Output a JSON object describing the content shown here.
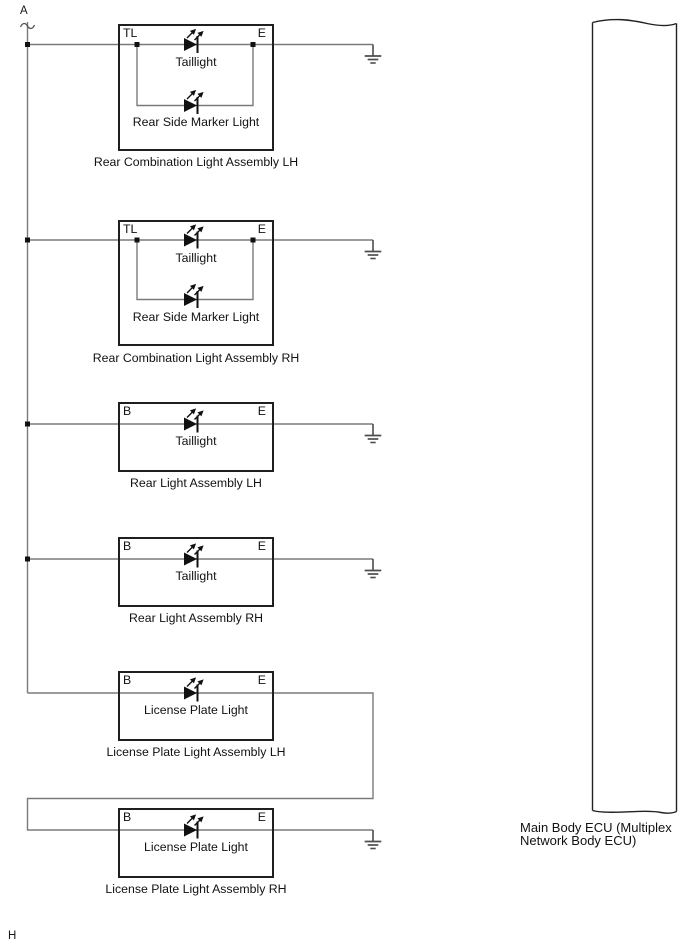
{
  "markers": {
    "top": "A",
    "bottom": "H"
  },
  "assemblies": [
    {
      "label": "Rear Combination Light Assembly LH",
      "left_terminal": "TL",
      "right_terminal": "E",
      "lights": [
        "Taillight",
        "Rear Side Marker Light"
      ]
    },
    {
      "label": "Rear Combination Light Assembly RH",
      "left_terminal": "TL",
      "right_terminal": "E",
      "lights": [
        "Taillight",
        "Rear Side Marker Light"
      ]
    },
    {
      "label": "Rear Light Assembly LH",
      "left_terminal": "B",
      "right_terminal": "E",
      "lights": [
        "Taillight"
      ]
    },
    {
      "label": "Rear Light Assembly RH",
      "left_terminal": "B",
      "right_terminal": "E",
      "lights": [
        "Taillight"
      ]
    },
    {
      "label": "License Plate Light Assembly LH",
      "left_terminal": "B",
      "right_terminal": "E",
      "lights": [
        "License Plate Light"
      ]
    },
    {
      "label": "License Plate Light Assembly RH",
      "left_terminal": "B",
      "right_terminal": "E",
      "lights": [
        "License Plate Light"
      ]
    }
  ],
  "ecu": {
    "label_line1": "Main Body ECU (Multiplex",
    "label_line2": "Network Body ECU)"
  },
  "colors": {
    "wire": "#7a7a7a",
    "component_outline": "#1f1f1f",
    "ground": "#4d4d4d",
    "background": "#ffffff"
  }
}
